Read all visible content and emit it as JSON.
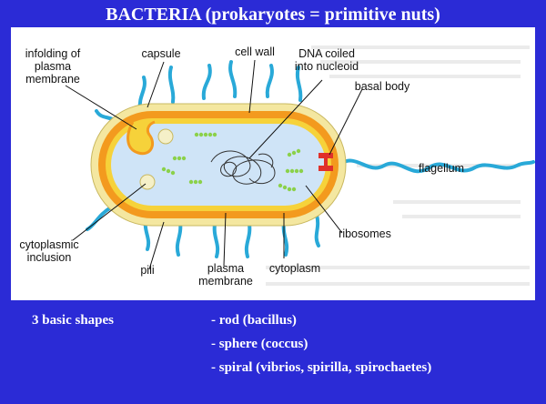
{
  "title": "BACTERIA (prokaryotes = primitive nuts)",
  "labels": {
    "infolding_l1": "infolding of",
    "infolding_l2": "plasma",
    "infolding_l3": "membrane",
    "capsule": "capsule",
    "cell_wall": "cell wall",
    "dna_l1": "DNA coiled",
    "dna_l2": "into nucleoid",
    "basal_body": "basal body",
    "flagellum": "flagellum",
    "ribosomes": "ribosomes",
    "cytoplasm": "cytoplasm",
    "plasma_membrane_l1": "plasma",
    "plasma_membrane_l2": "membrane",
    "pili": "pili",
    "cyto_incl_l1": "cytoplasmic",
    "cyto_incl_l2": "inclusion"
  },
  "shapes": {
    "heading": "3 basic shapes",
    "items": [
      "- rod (bacillus)",
      "- sphere (coccus)",
      "- spiral (vibrios, spirilla, spirochaetes)"
    ]
  },
  "colors": {
    "slide_bg": "#2b2bd6",
    "capsule_fill": "#f4e7a0",
    "wall_fill": "#f39a1e",
    "membrane_fill": "#f6d23a",
    "cytoplasm_fill": "#cfe4f7",
    "appendage": "#29a9d8",
    "basal_body": "#e0302a"
  }
}
